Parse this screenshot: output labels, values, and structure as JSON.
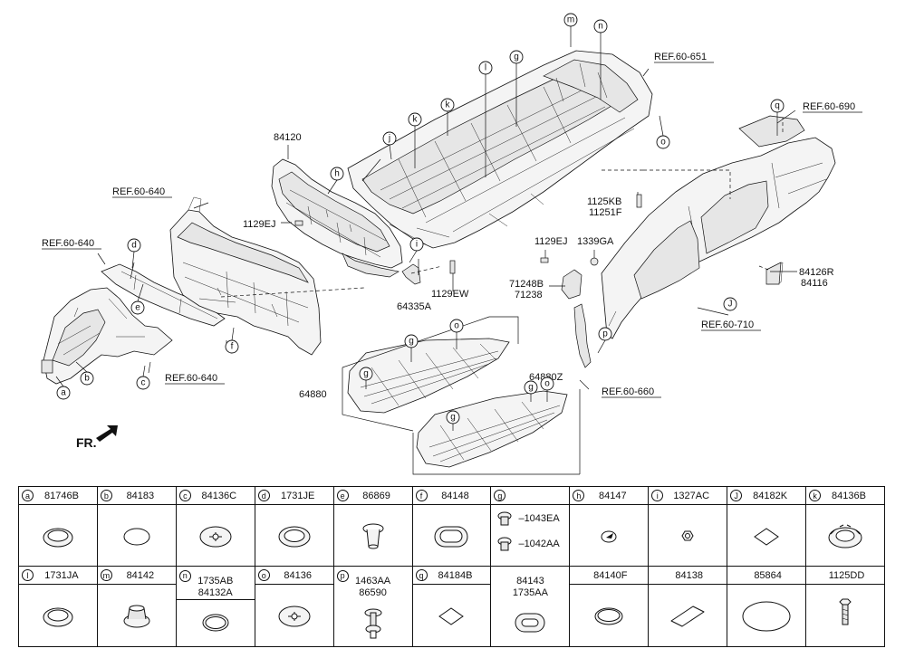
{
  "diagram": {
    "part_labels": [
      "84120",
      "1129EJ",
      "64335A",
      "1129EW",
      "1125KB",
      "11251F",
      "1129EJ",
      "1339GA",
      "71248B",
      "71238",
      "84126R",
      "84116",
      "64880",
      "64880Z"
    ],
    "refs": [
      "REF.60-640",
      "REF.60-640",
      "REF.60-640",
      "REF.60-651",
      "REF.60-690",
      "REF.60-710",
      "REF.60-660"
    ],
    "front_label": "FR.",
    "callouts": [
      "a",
      "b",
      "c",
      "d",
      "e",
      "f",
      "g",
      "h",
      "i",
      "j",
      "k",
      "l",
      "m",
      "n",
      "o",
      "p",
      "q",
      "J"
    ]
  },
  "parts_table": {
    "row1": [
      {
        "letter": "a",
        "code": "81746B",
        "icon": "grommet-ring-icon"
      },
      {
        "letter": "b",
        "code": "84183",
        "icon": "plug-disc-icon"
      },
      {
        "letter": "c",
        "code": "84136C",
        "icon": "star-plug-icon"
      },
      {
        "letter": "d",
        "code": "1731JE",
        "icon": "grommet-ring-icon"
      },
      {
        "letter": "e",
        "code": "86869",
        "icon": "push-clip-icon"
      },
      {
        "letter": "f",
        "code": "84148",
        "icon": "oval-grommet-icon"
      },
      {
        "letter": "g",
        "codes": [
          "1043EA",
          "1042AA"
        ],
        "icon": "clip-nut-icon"
      },
      {
        "letter": "h",
        "code": "84147",
        "icon": "flag-plug-icon"
      },
      {
        "letter": "i",
        "code": "1327AC",
        "icon": "hex-nut-icon"
      },
      {
        "letter": "J",
        "code": "84182K",
        "icon": "square-pad-icon"
      },
      {
        "letter": "k",
        "code": "84136B",
        "icon": "gear-plug-icon"
      }
    ],
    "row2": [
      {
        "letter": "l",
        "code": "1731JA",
        "icon": "grommet-ring-icon"
      },
      {
        "letter": "m",
        "code": "84142",
        "icon": "cap-plug-icon"
      },
      {
        "letter": "n",
        "codes": [
          "1735AB",
          "84132A"
        ],
        "icon": "plug-disc-icon"
      },
      {
        "letter": "o",
        "code": "84136",
        "icon": "star-plug-icon"
      },
      {
        "letter": "p",
        "codes": [
          "1463AA",
          "86590"
        ],
        "icon": "stud-clip-icon"
      },
      {
        "letter": "q",
        "code": "84184B",
        "icon": "square-pad-icon"
      },
      {
        "letter": "",
        "codes": [
          "84143",
          "1735AA"
        ],
        "icon": "slot-grommet-icon"
      },
      {
        "letter": "",
        "code": "84140F",
        "icon": "plug-disc-icon"
      },
      {
        "letter": "",
        "code": "84138",
        "icon": "rect-pad-icon"
      },
      {
        "letter": "",
        "code": "85864",
        "icon": "oval-pad-icon"
      },
      {
        "letter": "",
        "code": "1125DD",
        "icon": "bolt-icon"
      }
    ]
  }
}
